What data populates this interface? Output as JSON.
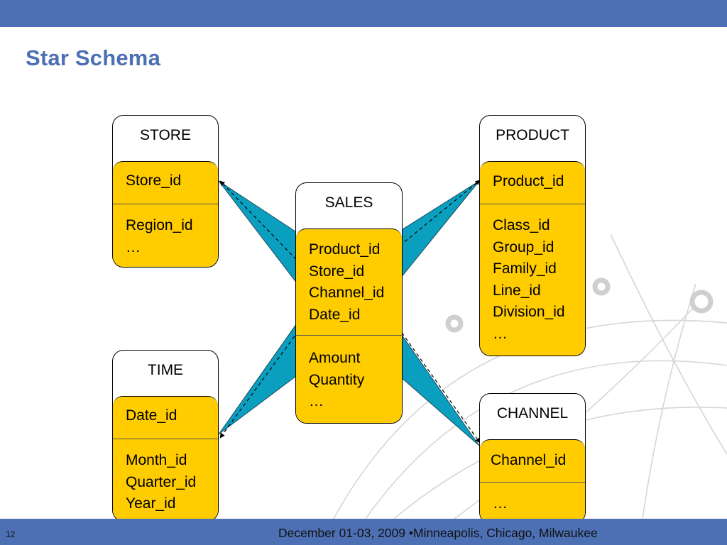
{
  "slide": {
    "title": "Star Schema",
    "number": "12",
    "footer": "December 01-03, 2009 •Minneapolis, Chicago, Milwaukee"
  },
  "colors": {
    "header_bar": "#4d70b4",
    "entity_fill": "#ffcc00",
    "connector_fill": "#0a9fbf"
  },
  "diagram": {
    "entities": {
      "store": {
        "name": "STORE",
        "keys": [
          "Store_id"
        ],
        "attrs": [
          "Region_id",
          "…"
        ]
      },
      "time": {
        "name": "TIME",
        "keys": [
          "Date_id"
        ],
        "attrs": [
          "Month_id",
          "Quarter_id",
          "Year_id"
        ]
      },
      "sales": {
        "name": "SALES",
        "keys": [
          "Product_id",
          "Store_id",
          "Channel_id",
          "Date_id"
        ],
        "attrs": [
          "Amount",
          "Quantity",
          "…"
        ]
      },
      "product": {
        "name": "PRODUCT",
        "keys": [
          "Product_id"
        ],
        "attrs": [
          "Class_id",
          "Group_id",
          "Family_id",
          "Line_id",
          "Division_id",
          "…"
        ]
      },
      "channel": {
        "name": "CHANNEL",
        "keys": [
          "Channel_id"
        ],
        "attrs": [
          "…"
        ]
      }
    },
    "relationships": [
      {
        "from": "sales.Store_id",
        "to": "store.Store_id"
      },
      {
        "from": "sales.Product_id",
        "to": "product.Product_id"
      },
      {
        "from": "sales.Date_id",
        "to": "time.Date_id"
      },
      {
        "from": "sales.Channel_id",
        "to": "channel.Channel_id"
      }
    ]
  }
}
